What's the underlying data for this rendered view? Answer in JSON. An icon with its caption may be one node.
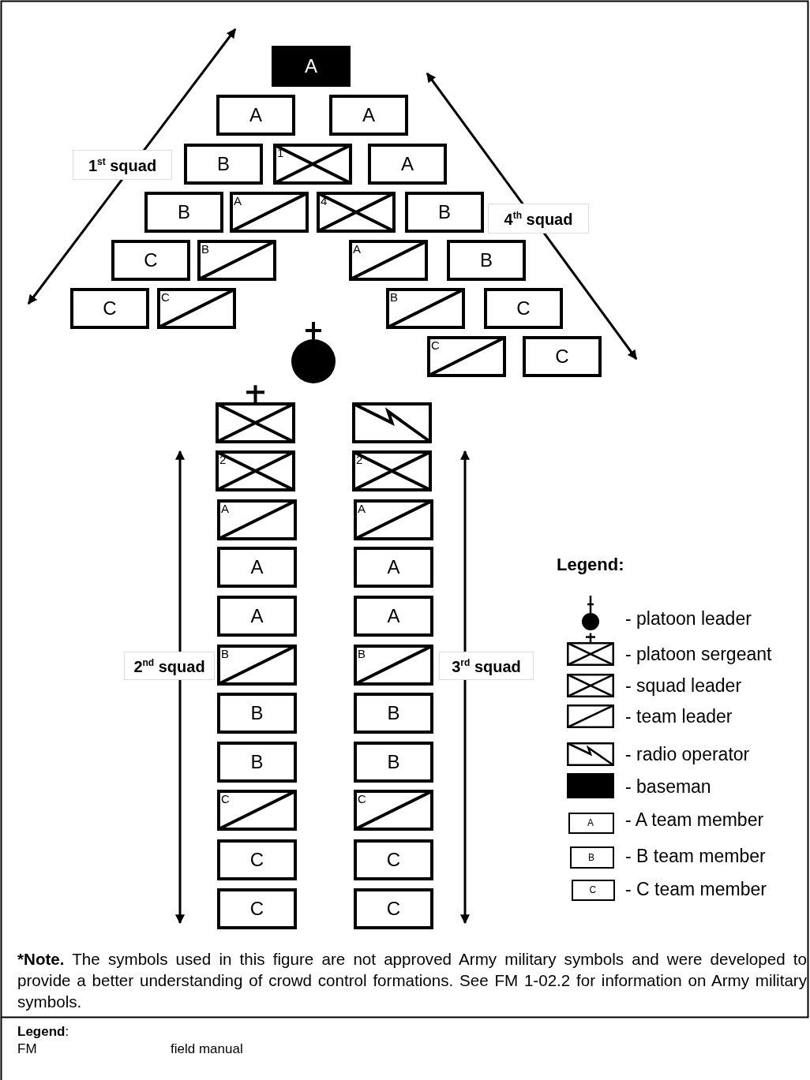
{
  "diagram": {
    "nodes": [
      {
        "text": [
          "A"
        ]
      },
      {
        "text": [
          "A"
        ]
      },
      {
        "text": [
          "A"
        ]
      },
      {
        "text": [
          "B"
        ]
      },
      {
        "text": [
          "1"
        ]
      },
      {
        "text": [
          "A"
        ]
      },
      {
        "text": [
          "B"
        ]
      },
      {
        "text": [
          "A"
        ]
      },
      {
        "text": [
          "4"
        ]
      },
      {
        "text": [
          "B"
        ]
      },
      {
        "text": [
          "C"
        ]
      },
      {
        "text": [
          "B"
        ]
      },
      {
        "text": [
          "A"
        ]
      },
      {
        "text": [
          "B"
        ]
      },
      {
        "text": [
          "C"
        ]
      },
      {
        "text": [
          "C"
        ]
      },
      {
        "text": [
          "B"
        ]
      },
      {
        "text": [
          "C"
        ]
      },
      {
        "text": [],
        "shape": "circle"
      },
      {
        "text": [
          "C"
        ]
      },
      {
        "text": [
          "C"
        ]
      },
      {
        "text": [],
        "shape": "box"
      },
      {
        "text": [],
        "shape": "box"
      },
      {
        "text": [
          "2"
        ]
      },
      {
        "text": [
          "2"
        ]
      },
      {
        "text": [
          "A"
        ]
      },
      {
        "text": [
          "A"
        ]
      },
      {
        "text": [
          "A"
        ]
      },
      {
        "text": [
          "A"
        ]
      },
      {
        "text": [
          "A"
        ]
      },
      {
        "text": [
          "A"
        ]
      },
      {
        "text": [
          "B"
        ]
      },
      {
        "text": [
          "B"
        ]
      },
      {
        "text": [
          "B"
        ]
      },
      {
        "text": [
          "B"
        ]
      },
      {
        "text": [
          "B"
        ]
      },
      {
        "text": [
          "B"
        ]
      },
      {
        "text": [
          "C"
        ]
      },
      {
        "text": [
          "C"
        ]
      },
      {
        "text": [
          "C"
        ]
      },
      {
        "text": [
          "C"
        ]
      },
      {
        "text": [
          "C"
        ]
      },
      {
        "text": [
          "C"
        ]
      }
    ],
    "edges": [],
    "labels": [
      "1$^{st}$ squad",
      "4$^{th}$ squad",
      "Legend:",
      "2$^{nd}$ squad",
      "3$^{rd}$ squad",
      "A",
      "B",
      "C",
      "***Note.** The symbols used in this figure are not approved Army military symbols and were developed to provide a better understanding of crowd control formations. See FM 1-02.2 for information on Army military symbols.",
      "**Legend**:",
      "FM",
      "field manual"
    ],
    "legend": [
      {
        "text": "- platoon leader"
      },
      {
        "text": "- platoon sergeant"
      },
      {
        "text": "- squad leader"
      },
      {
        "text": "- team leader"
      },
      {
        "text": "- radio operator"
      },
      {
        "text": "- baseman"
      },
      {
        "text": "- A team member"
      },
      {
        "text": "- B team member"
      },
      {
        "text": "- C team member"
      }
    ]
  }
}
